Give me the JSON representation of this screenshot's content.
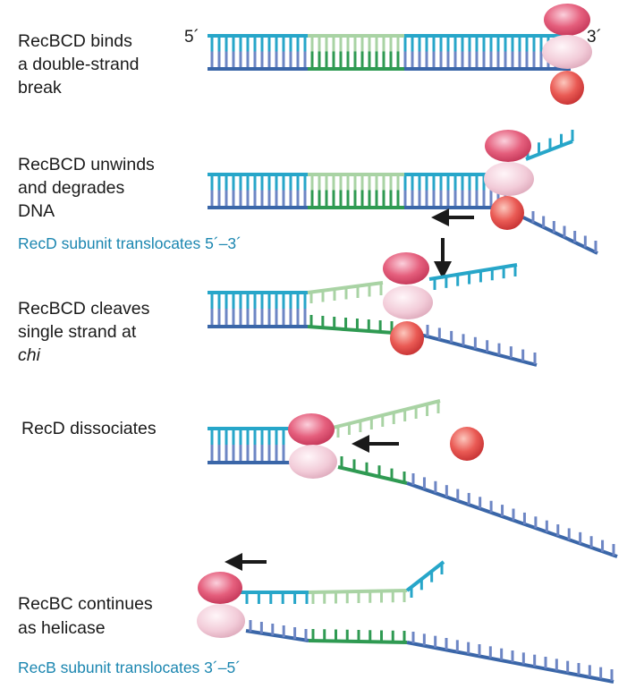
{
  "steps": [
    {
      "lines": [
        "RecBCD binds",
        "a double-strand",
        "break"
      ]
    },
    {
      "lines": [
        "RecBCD unwinds",
        "and degrades",
        "DNA"
      ],
      "note": "RecD subunit translocates 5´–3´"
    },
    {
      "lines": [
        "RecBCD cleaves",
        "single strand at",
        "chi"
      ]
    },
    {
      "lines": [
        "RecD dissociates"
      ]
    },
    {
      "lines": [
        "RecBC continues",
        "as helicase"
      ],
      "note": "RecB subunit translocates 3´–5´"
    }
  ],
  "end_labels": {
    "five_prime": "5´",
    "three_prime": "3´"
  },
  "colors": {
    "top_strand": "#27a6c9",
    "bottom_strand": "#3a66a8",
    "bottom_rung": "#6d86c4",
    "chi_green": "#2f9a52",
    "chi_light": "#a9d3a4",
    "recB_red": "#e0506a",
    "recC_pink": "#f0c6d3",
    "recD_red": "#e24846",
    "arrow": "#1a1a1a",
    "note_blue": "#1b86b0"
  }
}
